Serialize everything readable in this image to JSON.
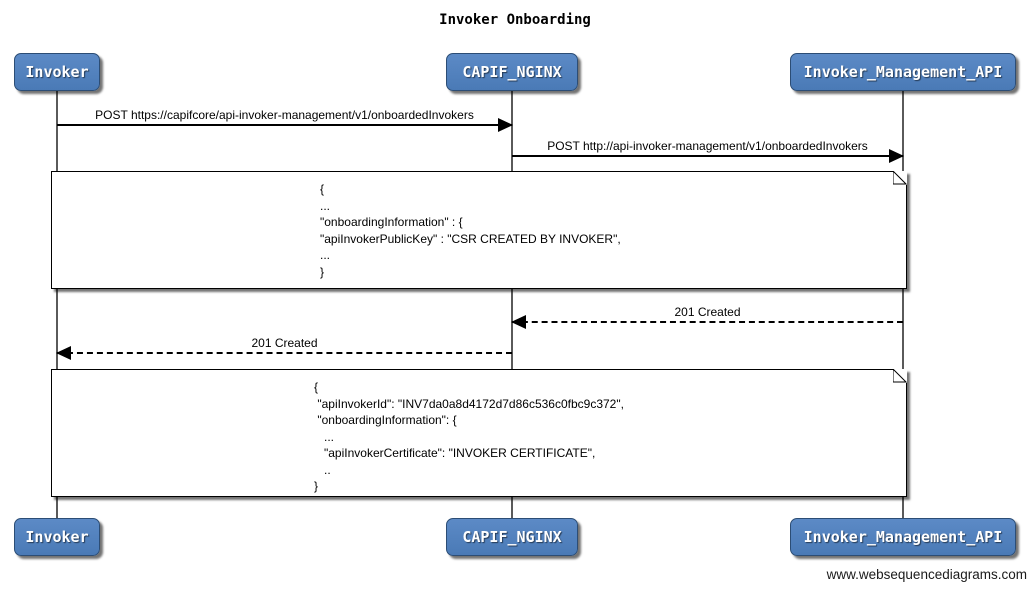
{
  "diagram": {
    "title": "Invoker Onboarding",
    "watermark": "www.websequencediagrams.com"
  },
  "actors": [
    {
      "label": "Invoker"
    },
    {
      "label": "CAPIF_NGINX"
    },
    {
      "label": "Invoker_Management_API"
    }
  ],
  "messages": [
    {
      "label": "POST https://capifcore/api-invoker-management/v1/onboardedInvokers",
      "from": "Invoker",
      "to": "CAPIF_NGINX",
      "line": "solid"
    },
    {
      "label": "POST http://api-invoker-management/v1/onboardedInvokers",
      "from": "CAPIF_NGINX",
      "to": "Invoker_Management_API",
      "line": "solid"
    },
    {
      "label": "201 Created",
      "from": "Invoker_Management_API",
      "to": "CAPIF_NGINX",
      "line": "dashed"
    },
    {
      "label": "201 Created",
      "from": "CAPIF_NGINX",
      "to": "Invoker",
      "line": "dashed"
    }
  ],
  "notes": [
    {
      "text": "{\n...\n\"onboardingInformation\" : {\n\"apiInvokerPublicKey\" : \"CSR CREATED BY INVOKER\",\n...\n}"
    },
    {
      "text": "{\n \"apiInvokerId\": \"INV7da0a8d4172d7d86c536c0fbc9c372\",\n \"onboardingInformation\": {\n   ...\n   \"apiInvokerCertificate\": \"INVOKER CERTIFICATE\",\n   ..\n}"
    }
  ],
  "colors": {
    "actor_fill": "#4f81bd",
    "actor_border": "#2c4d75",
    "lifeline": "#5a5a5a",
    "message_line": "#000000",
    "note_bg": "#ffffff"
  }
}
